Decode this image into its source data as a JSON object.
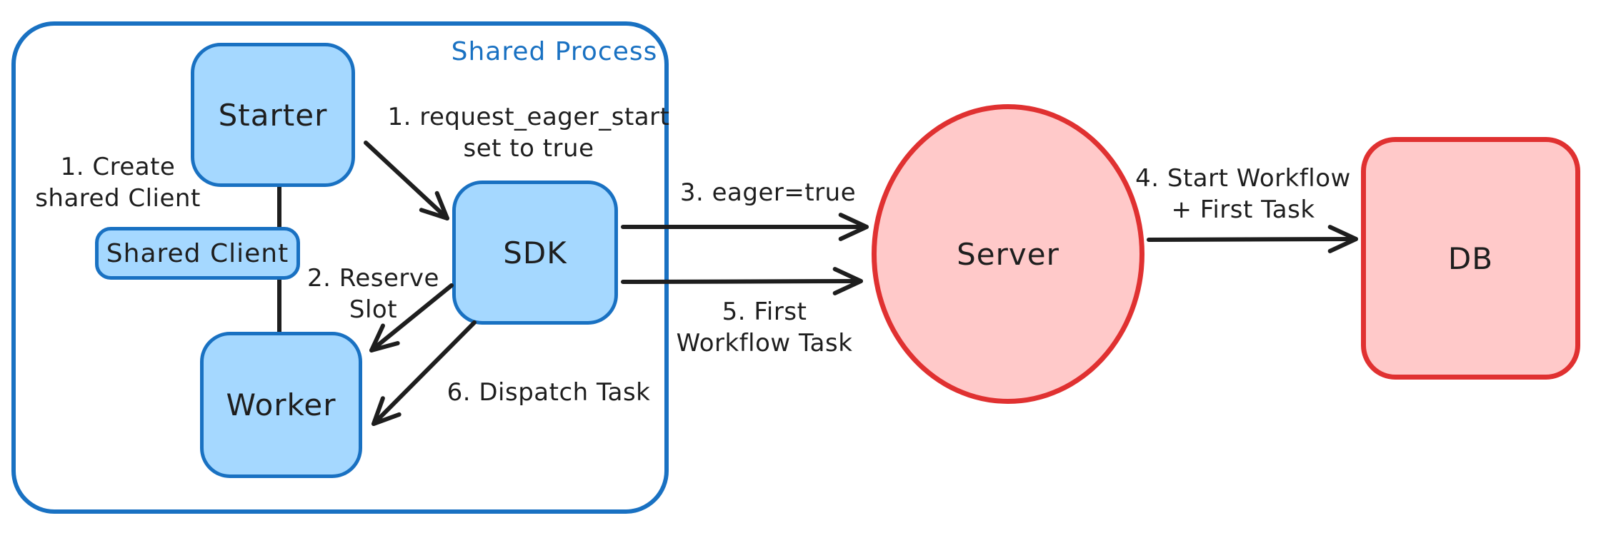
{
  "title": "Shared Process",
  "nodes": {
    "starter": "Starter",
    "shared_client": "Shared Client",
    "sdk": "SDK",
    "worker": "Worker",
    "server": "Server",
    "db": "DB"
  },
  "labels": {
    "create_shared_client": "1. Create\nshared Client",
    "request_eager_start": "1. request_eager_start\nset to true",
    "reserve_slot": "2. Reserve\nSlot",
    "eager_true": "3. eager=true",
    "start_workflow": "4. Start Workflow\n+ First Task",
    "first_workflow_task": "5. First\nWorkflow Task",
    "dispatch_task": "6. Dispatch Task"
  },
  "colors": {
    "blue_border": "#1971c2",
    "blue_fill": "#a5d8ff",
    "red_border": "#e03131",
    "red_fill": "#ffc9c9",
    "ink": "#1e1e1e",
    "background": "#ffffff"
  }
}
